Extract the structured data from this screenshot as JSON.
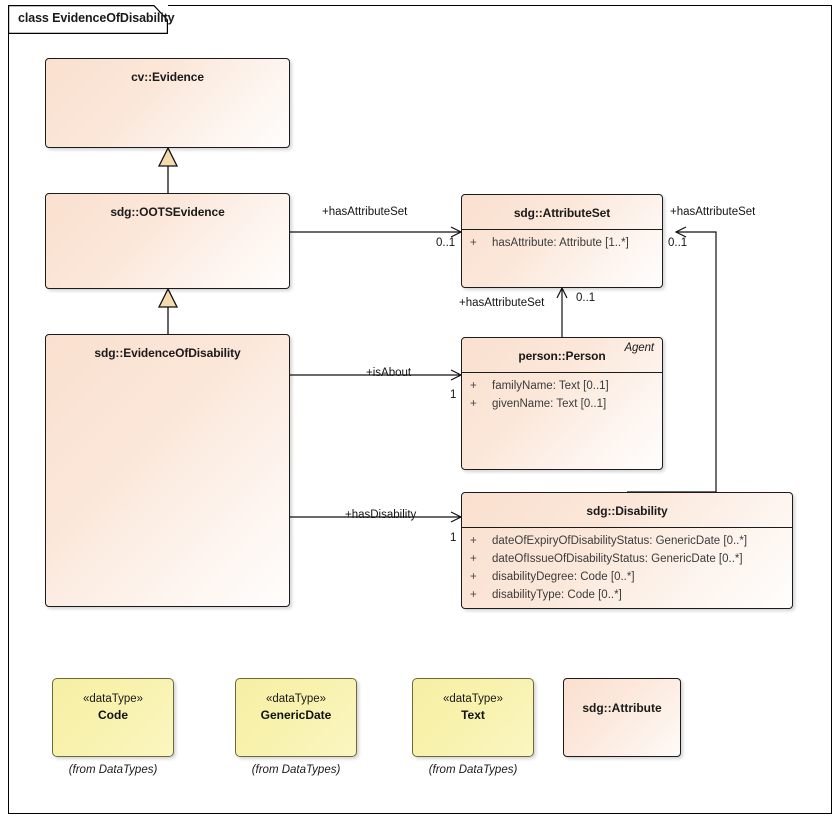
{
  "frame": {
    "title": "class EvidenceOfDisability"
  },
  "classes": {
    "evidence": {
      "name": "cv::Evidence"
    },
    "ootsEvidence": {
      "name": "sdg::OOTSEvidence"
    },
    "evidenceOfDisability": {
      "name": "sdg::EvidenceOfDisability"
    },
    "attributeSet": {
      "name": "sdg::AttributeSet",
      "attributes": [
        {
          "visibility": "+",
          "text": "hasAttribute: Attribute [1..*]"
        }
      ]
    },
    "person": {
      "name": "person::Person",
      "stereotype": "Agent",
      "attributes": [
        {
          "visibility": "+",
          "text": "familyName: Text [0..1]"
        },
        {
          "visibility": "+",
          "text": "givenName: Text [0..1]"
        }
      ]
    },
    "disability": {
      "name": "sdg::Disability",
      "attributes": [
        {
          "visibility": "+",
          "text": "dateOfExpiryOfDisabilityStatus: GenericDate [0..*]"
        },
        {
          "visibility": "+",
          "text": "dateOfIssueOfDisabilityStatus: GenericDate [0..*]"
        },
        {
          "visibility": "+",
          "text": "disabilityDegree: Code [0..*]"
        },
        {
          "visibility": "+",
          "text": "disabilityType: Code [0..*]"
        }
      ]
    },
    "attribute": {
      "name": "sdg::Attribute"
    }
  },
  "dataTypes": [
    {
      "stereotype": "«dataType»",
      "name": "Code",
      "from": "(from DataTypes)"
    },
    {
      "stereotype": "«dataType»",
      "name": "GenericDate",
      "from": "(from DataTypes)"
    },
    {
      "stereotype": "«dataType»",
      "name": "Text",
      "from": "(from DataTypes)"
    }
  ],
  "connectors": [
    {
      "id": "ootsToAttrSet",
      "label": "+hasAttributeSet",
      "multiplicity": "0..1"
    },
    {
      "id": "disabilityToAttrSet",
      "label": "+hasAttributeSet",
      "multiplicity": "0..1"
    },
    {
      "id": "personToAttrSet",
      "label": "+hasAttributeSet",
      "multiplicity": "0..1"
    },
    {
      "id": "eodToPerson",
      "label": "+isAbout",
      "multiplicity": "1"
    },
    {
      "id": "eodToDisability",
      "label": "+hasDisability",
      "multiplicity": "1"
    }
  ],
  "colors": {
    "class_fill_start": "#fae0cf",
    "class_fill_end": "#fffdfc",
    "datatype_fill": "#f8f2ae",
    "border": "#1b1b1b",
    "generalization_arrow_fill": "#f5dcb0"
  }
}
